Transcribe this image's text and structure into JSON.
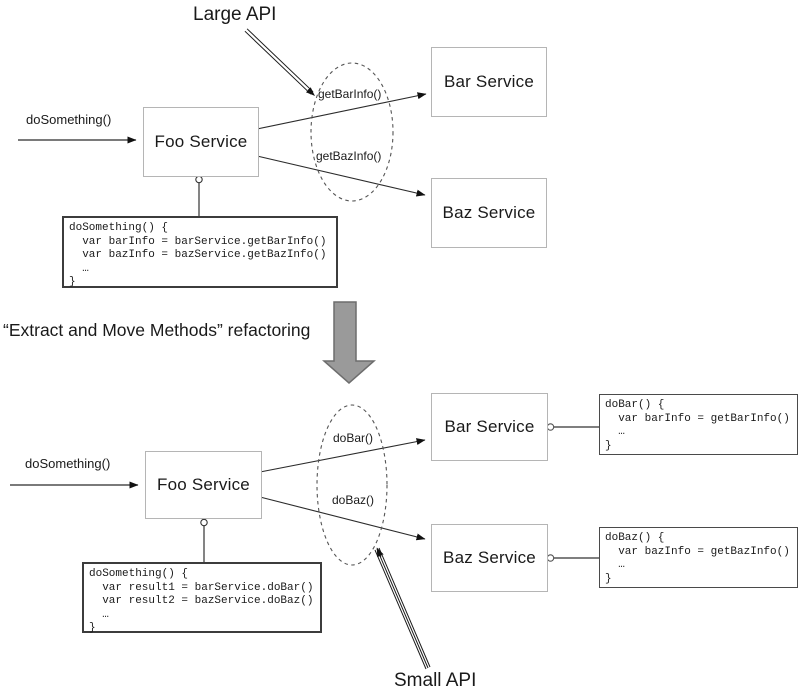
{
  "top": {
    "annotation": "Large API",
    "incoming_call": "doSomething()",
    "foo_service": "Foo Service",
    "bar_service": "Bar Service",
    "baz_service": "Baz Service",
    "calls": {
      "bar": "getBarInfo()",
      "baz": "getBazInfo()"
    },
    "foo_code": {
      "lines": [
        "doSomething() {",
        "  var barInfo = barService.getBarInfo()",
        "  var bazInfo = bazService.getBazInfo()",
        "  …",
        "}"
      ]
    }
  },
  "transition": {
    "label": "“Extract and Move Methods” refactoring"
  },
  "bottom": {
    "annotation": "Small API",
    "incoming_call": "doSomething()",
    "foo_service": "Foo Service",
    "bar_service": "Bar Service",
    "baz_service": "Baz Service",
    "calls": {
      "bar": "doBar()",
      "baz": "doBaz()"
    },
    "foo_code": {
      "lines": [
        "doSomething() {",
        "  var result1 = barService.doBar()",
        "  var result2 = bazService.doBaz()",
        "  …",
        "}"
      ]
    },
    "bar_code": {
      "lines": [
        "doBar() {",
        "  var barInfo = getBarInfo()",
        "  …",
        "}"
      ]
    },
    "baz_code": {
      "lines": [
        "doBaz() {",
        "  var bazInfo = getBazInfo()",
        "  …",
        "}"
      ]
    }
  },
  "colors": {
    "block_arrow_fill": "#9a9a9a",
    "block_arrow_stroke": "#6d6d6d",
    "line_stroke": "#2b2b2b",
    "box_border": "#b5b5b5",
    "code_border": "#3c3c3c"
  }
}
